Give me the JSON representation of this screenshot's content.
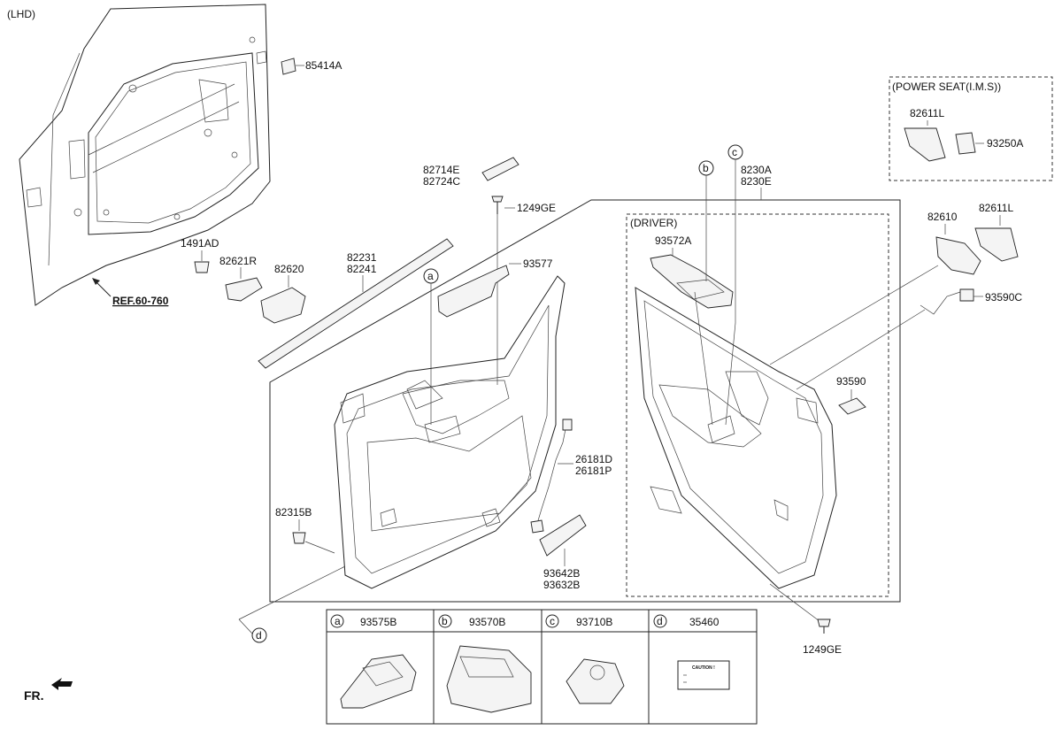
{
  "header": {
    "variant": "(LHD)"
  },
  "labels": {
    "p85414A": "85414A",
    "p1491AD": "1491AD",
    "p82621R": "82621R",
    "p82620": "82620",
    "p82231": "82231",
    "p82241": "82241",
    "p82714E": "82714E",
    "p82724C": "82724C",
    "p1249GE_top": "1249GE",
    "p93577": "93577",
    "p26181D": "26181D",
    "p26181P": "26181P",
    "p82315B": "82315B",
    "p93642B": "93642B",
    "p93632B": "93632B",
    "p93572A": "93572A",
    "p8230A": "8230A",
    "p8230E": "8230E",
    "p82610": "82610",
    "p82611L_right": "82611L",
    "p93590C": "93590C",
    "p93590": "93590",
    "p1249GE_bottom": "1249GE",
    "ref": "REF.60-760",
    "front": "FR."
  },
  "callouts": {
    "a": "a",
    "b": "b",
    "c": "c",
    "d": "d"
  },
  "driver_box": {
    "title": "(DRIVER)"
  },
  "power_seat_box": {
    "title": "(POWER SEAT(I.M.S))",
    "part1": "82611L",
    "part2": "93250A"
  },
  "legend": [
    {
      "key": "a",
      "part": "93575B"
    },
    {
      "key": "b",
      "part": "93570B"
    },
    {
      "key": "c",
      "part": "93710B"
    },
    {
      "key": "d",
      "part": "35460"
    }
  ],
  "caution_label": "CAUTION !"
}
